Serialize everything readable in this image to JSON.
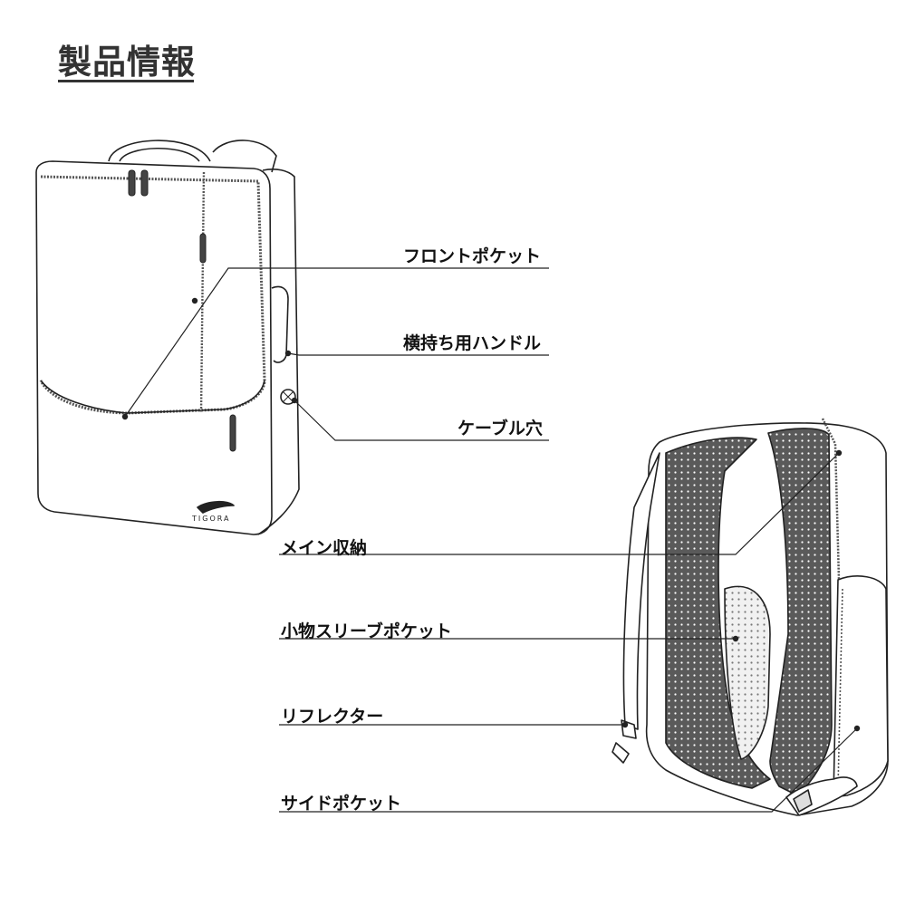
{
  "title": "製品情報",
  "front": {
    "brand_logo_text": "TIGORA",
    "labels": {
      "front_pocket": "フロントポケット",
      "side_handle": "横持ち用ハンドル",
      "cable_hole": "ケーブル穴"
    }
  },
  "back": {
    "labels": {
      "main_storage": "メイン収納",
      "sleeve_pocket": "小物スリーブポケット",
      "reflector": "リフレクター",
      "side_pocket": "サイドポケット"
    }
  }
}
